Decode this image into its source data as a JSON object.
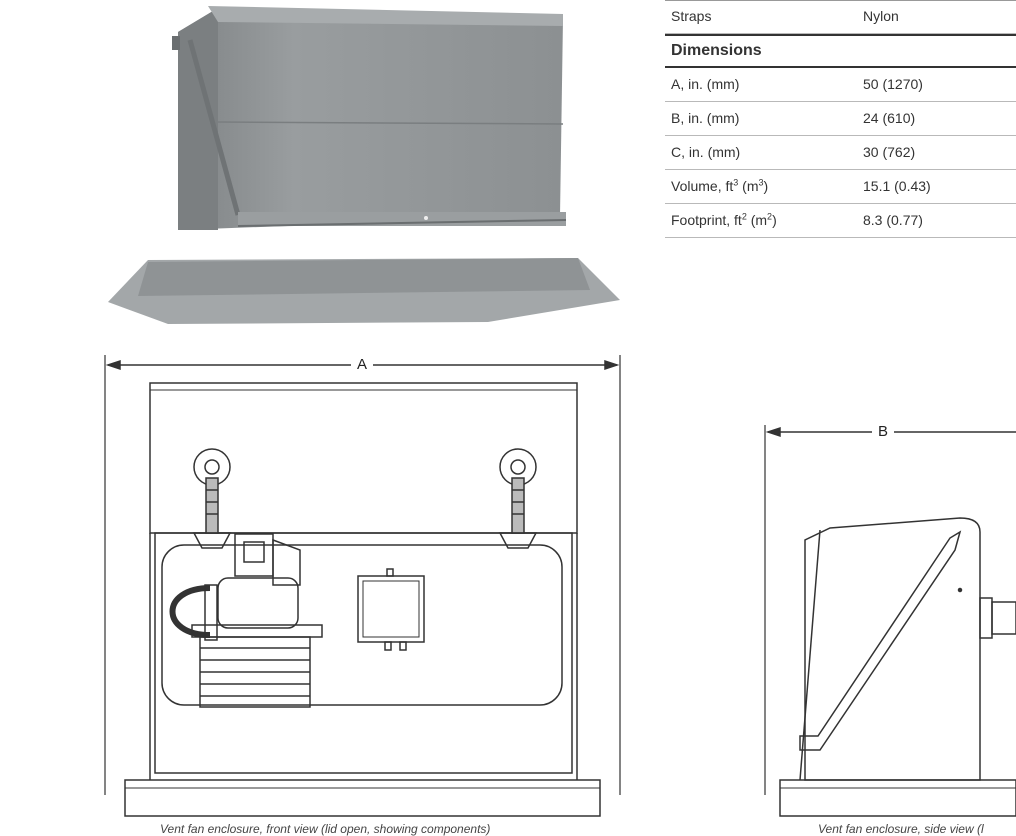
{
  "spec_table": {
    "straps": {
      "label": "Straps",
      "value": "Nylon"
    },
    "dimensions_heading": "Dimensions",
    "rows": [
      {
        "label": "A, in. (mm)",
        "value": "50 (1270)"
      },
      {
        "label": "B, in. (mm)",
        "value": "24 (610)"
      },
      {
        "label": "C, in. (mm)",
        "value": "30 (762)"
      },
      {
        "label": "Volume, ft",
        "label_sup": "3",
        "label_unit": " (m",
        "label_unit_sup": "3",
        "label_end": ")",
        "value": "15.1 (0.43)"
      },
      {
        "label": "Footprint, ft",
        "label_sup": "2",
        "label_unit": " (m",
        "label_unit_sup": "2",
        "label_end": ")",
        "value": "8.3 (0.77)"
      }
    ]
  },
  "drawings": {
    "front_dim_label": "A",
    "side_dim_label": "B",
    "front_caption": "Vent fan enclosure, front view (lid open, showing components)",
    "side_caption": "Vent fan enclosure, side view (l"
  },
  "colors": {
    "enclosure_gray": "#8e9294",
    "line": "#333333"
  }
}
